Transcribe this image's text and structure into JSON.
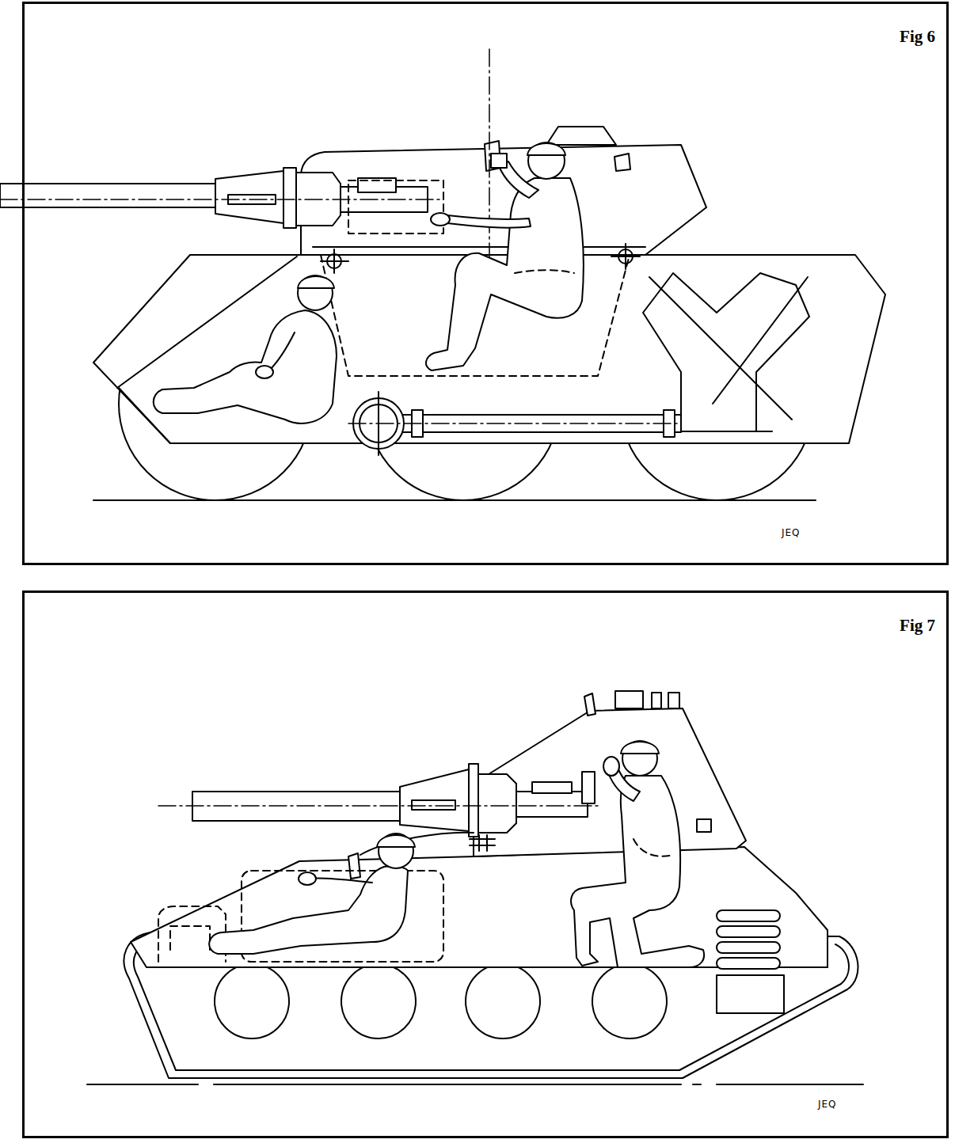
{
  "diagram": {
    "nodes": [
      {
        "text": [
          "Fig 6",
          "JEQ"
        ]
      },
      {
        "text": [
          "Fig 7",
          "JEQ"
        ]
      }
    ]
  }
}
